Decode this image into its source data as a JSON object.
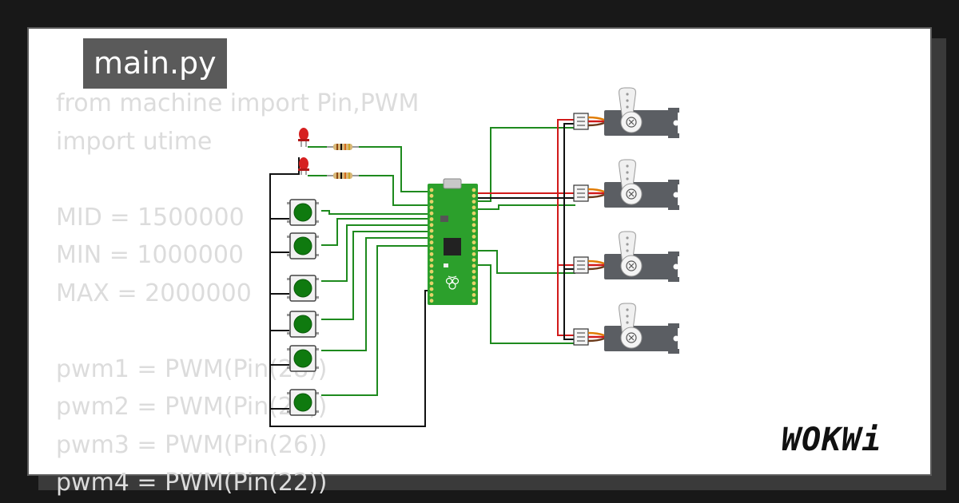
{
  "tab": {
    "filename": "main.py"
  },
  "code": {
    "lines": [
      "from machine import Pin,PWM",
      "import utime",
      "",
      "MID = 1500000",
      "MIN = 1000000",
      "MAX = 2000000",
      "",
      "pwm1 = PWM(Pin(28))",
      "pwm2 = PWM(Pin(27))",
      "pwm3 = PWM(Pin(26))",
      "pwm4 = PWM(Pin(22))"
    ]
  },
  "diagram": {
    "leds": [
      {
        "color": "red"
      },
      {
        "color": "red"
      }
    ],
    "resistors": [
      {
        "id": "r1"
      },
      {
        "id": "r2"
      }
    ],
    "pushbuttons": [
      {
        "color": "green"
      },
      {
        "color": "green"
      },
      {
        "color": "green"
      },
      {
        "color": "green"
      },
      {
        "color": "green"
      },
      {
        "color": "green"
      }
    ],
    "servos": [
      {
        "id": "servo1"
      },
      {
        "id": "servo2"
      },
      {
        "id": "servo3"
      },
      {
        "id": "servo4"
      }
    ],
    "board": {
      "name": "raspberry-pi-pico"
    },
    "colors": {
      "wire_green": "#1e8a1e",
      "wire_red": "#d11a1a",
      "wire_black": "#111111",
      "pico_board": "#2ca02c",
      "button_cap": "#0f7a0f",
      "servo_body": "#5b5e63"
    }
  },
  "brand": {
    "logo_text": "WOKWi"
  }
}
